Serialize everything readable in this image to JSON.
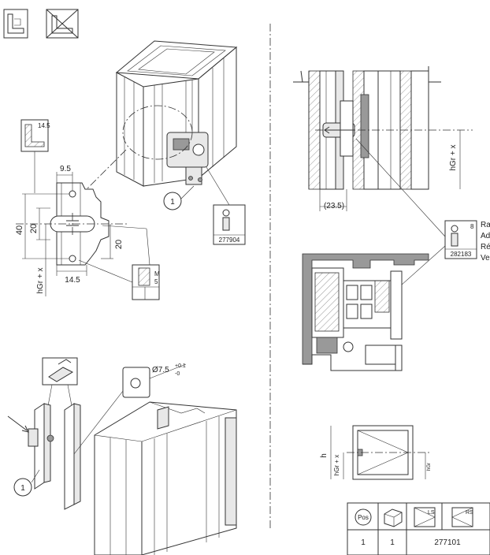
{
  "dimensions": {
    "d_9_5": "9.5",
    "d_40": "40",
    "d_20_top": "20",
    "d_20_right": "20",
    "d_14_5": "14.5",
    "hgr_x_left": "hGr + x",
    "d_23_5": "(23.5)",
    "hgr_x_right": "hGr + x",
    "d_h": "h",
    "hgr_x_small": "hGr + x",
    "hgr_tiny": "hGr",
    "diam_label": "Ø7.5",
    "diam_sup": "+0.1",
    "diam_sub": "-0"
  },
  "callouts": {
    "detail_box_value": "14.5",
    "screw_label": "M",
    "screw_size": "5",
    "pos_circle_top": "1",
    "pos_circle_bottom": "1"
  },
  "part_numbers": {
    "hinge_top": "277904",
    "hinge_right": "282183",
    "right_box_count": "8"
  },
  "side_labels": [
    "Ra",
    "Ad",
    "Ré",
    "Ve"
  ],
  "table": {
    "header_pos": "Pos",
    "header_ls": "LS",
    "header_rs": "RS",
    "row": {
      "pos": "1",
      "qty": "1",
      "article": "277101"
    }
  }
}
